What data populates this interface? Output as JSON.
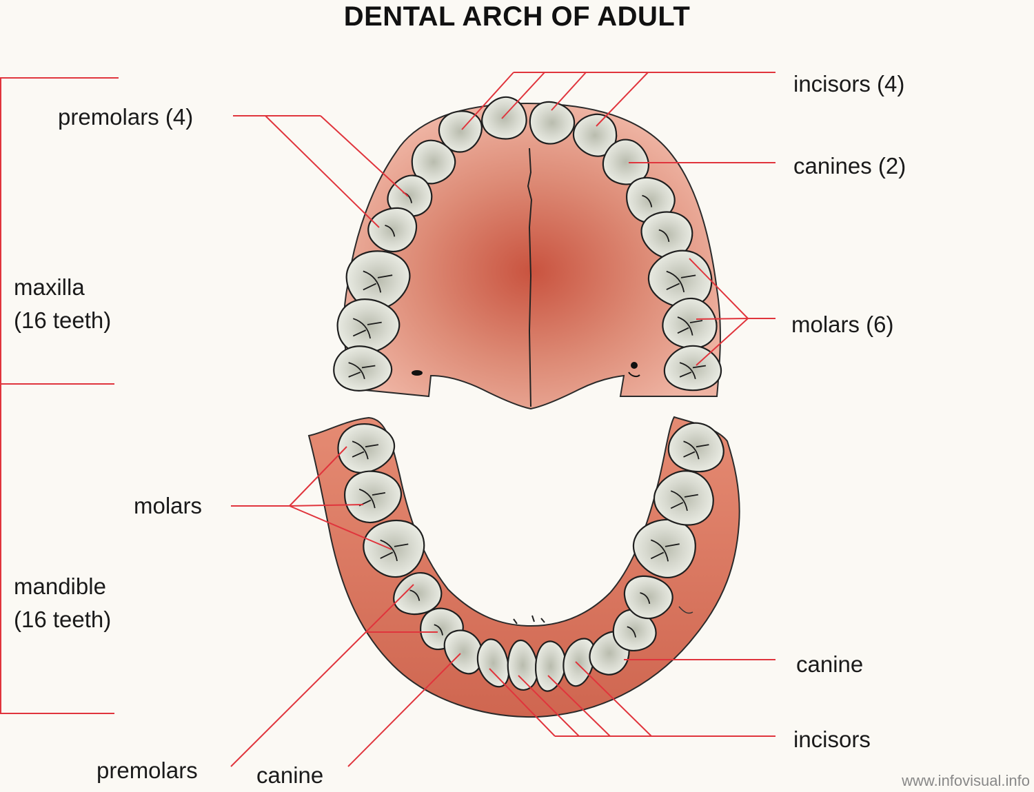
{
  "title": "DENTAL ARCH OF ADULT",
  "labels": {
    "incisors_upper": "incisors (4)",
    "canines_upper": "canines (2)",
    "molars_upper": "molars (6)",
    "premolars_upper": "premolars (4)",
    "molars_lower": "molars",
    "premolars_lower": "premolars",
    "canine_lower_left": "canine",
    "canine_lower_right": "canine",
    "incisors_lower": "incisors"
  },
  "groups": {
    "maxilla": {
      "name": "maxilla",
      "count": "(16 teeth)"
    },
    "mandible": {
      "name": "mandible",
      "count": "(16 teeth)"
    }
  },
  "credit": "www.infovisual.info",
  "colors": {
    "leader_line": "#e0343c",
    "palate_center": "#cd5c48",
    "palate_edge": "#eaa592",
    "gum": "#d9735e",
    "tooth_fill": "#e6e8e0",
    "tooth_shade": "#c2c5b8",
    "outline": "#222222"
  }
}
